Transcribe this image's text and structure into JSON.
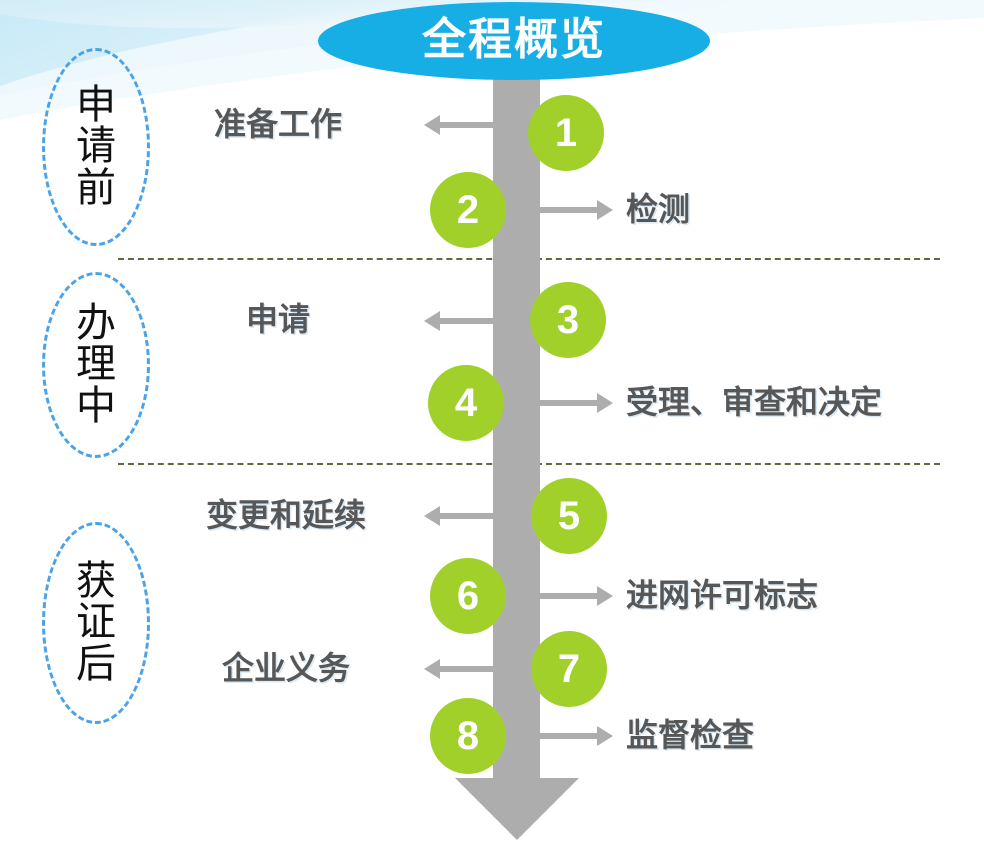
{
  "title": {
    "text": "全程概览"
  },
  "colors": {
    "title_ellipse": "#17AEE5",
    "badge_green": "#A1D02B",
    "spine_gray": "#ADADAD",
    "label_gray": "#575757",
    "phase_outline_blue": "#4AA3E8",
    "separator_olive": "#5D6B3C"
  },
  "phases": [
    {
      "chars": [
        "申",
        "请",
        "前"
      ],
      "full": "申请前"
    },
    {
      "chars": [
        "办",
        "理",
        "中"
      ],
      "full": "办理中"
    },
    {
      "chars": [
        "获",
        "证",
        "后"
      ],
      "full": "获证后"
    }
  ],
  "steps": [
    {
      "number": "1",
      "label": "准备工作",
      "side": "left"
    },
    {
      "number": "2",
      "label": "检测",
      "side": "right"
    },
    {
      "number": "3",
      "label": "申请",
      "side": "left"
    },
    {
      "number": "4",
      "label": "受理、审查和决定",
      "side": "right"
    },
    {
      "number": "5",
      "label": "变更和延续",
      "side": "left"
    },
    {
      "number": "6",
      "label": "进网许可标志",
      "side": "right"
    },
    {
      "number": "7",
      "label": "企业义务",
      "side": "left"
    },
    {
      "number": "8",
      "label": "监督检查",
      "side": "right"
    }
  ]
}
